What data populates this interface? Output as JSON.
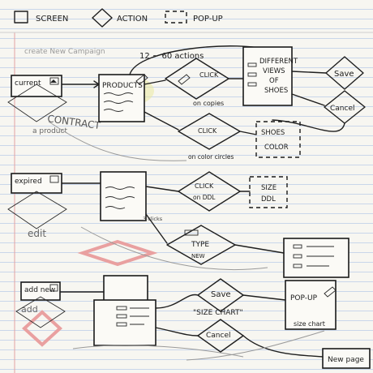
{
  "legend": {
    "screen_label": "SCREEN",
    "action_label": "ACTION",
    "popup_label": "POP-UP"
  },
  "faint_notes": {
    "top_title": "create New Campaign",
    "contract": "CONTRACT",
    "a_product": "a product",
    "edit": "edit",
    "add": "add"
  },
  "row1": {
    "screen_left_label": "current",
    "screen_center_label": "PRODUCTS",
    "loop_label": "12 ~ 60 actions",
    "action_click": "CLICK",
    "action_click_sub": "on copies",
    "action_click2": "CLICK",
    "action_click2_sub": "on color circles",
    "popup_views": [
      "DIFFERENT",
      "VIEWS",
      "OF",
      "SHOES"
    ],
    "action_save": "Save",
    "action_cancel": "Cancel",
    "popup_shoes_lines": [
      "SHOES",
      "COLOR"
    ]
  },
  "row2": {
    "screen_left_label": "expired",
    "action_click": "CLICK",
    "action_click_sub": "on DDL",
    "popup_size_lines": [
      "SIZE",
      "DDL"
    ],
    "small_note": "3 clicks",
    "action_type": "TYPE",
    "action_type_sub": "NEW"
  },
  "row3": {
    "screen_left_label": "add new",
    "action_save": "Save",
    "note_size_chart": "\"SIZE CHART\"",
    "action_cancel": "Cancel",
    "popup_label": "POP-UP",
    "popup_sub": "size chart",
    "new_page_label": "New page"
  }
}
